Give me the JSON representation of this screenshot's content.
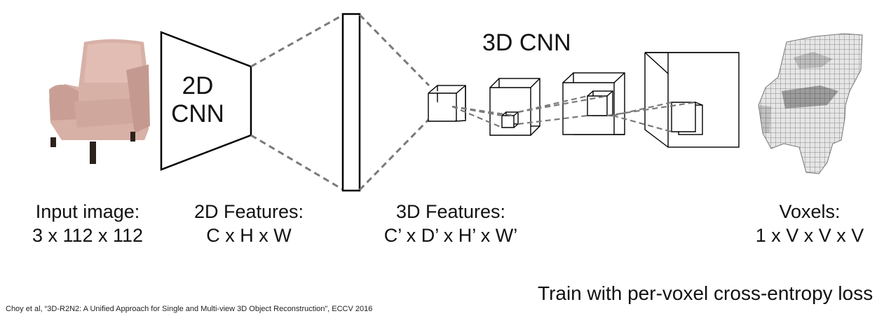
{
  "title_3d_cnn": "3D CNN",
  "cnn2d_label_line1": "2D",
  "cnn2d_label_line2": "CNN",
  "captions": {
    "input": {
      "line1": "Input image:",
      "line2": "3 x 112 x 112"
    },
    "features2d": {
      "line1": "2D Features:",
      "line2": "C x H x W"
    },
    "features3d": {
      "line1": "3D Features:",
      "line2": "C’ x D’ x H’ x W’"
    },
    "voxels": {
      "line1": "Voxels:",
      "line2": "1 x V x V x V"
    }
  },
  "train_note": "Train with per-voxel cross-entropy loss",
  "citation": "Choy et al, “3D-R2N2: A Unified Approach for Single and Multi-view 3D Object Reconstruction”, ECCV 2016",
  "colors": {
    "chair_fabric": "#d9b3aa",
    "chair_legs": "#2b211d",
    "voxel_fill": "#e4e4e4",
    "voxel_edge": "#777777",
    "dash": "#7a7a7a"
  }
}
